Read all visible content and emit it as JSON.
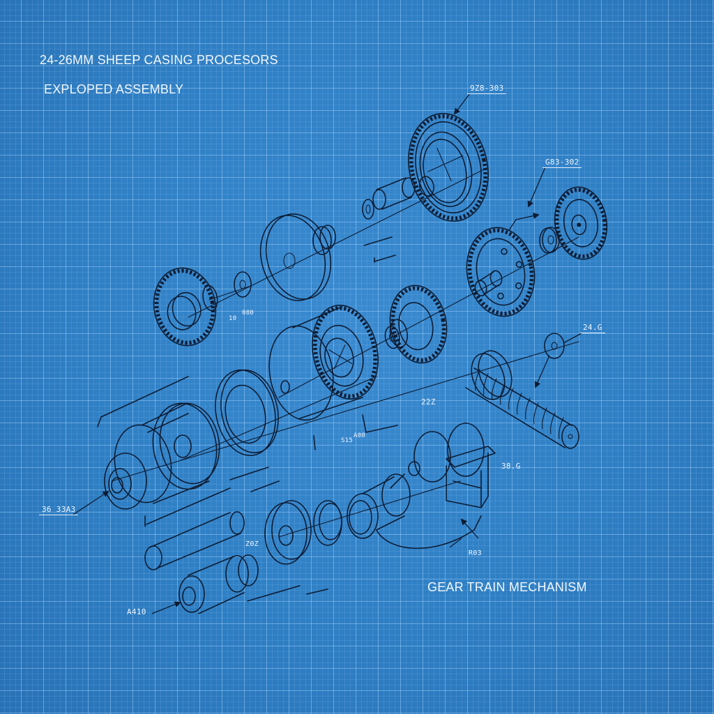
{
  "drawing": {
    "title": "24-26MM SHEEP CASING PROCESORS",
    "subtitle": "EXPLOPED ASSEMBLY",
    "footer_label": "GEAR TRAIN MECHANISM",
    "colors": {
      "background": "#2f7fc4",
      "grid_major": "#aad7ff",
      "ink": "#0d1c33",
      "text": "#f2f7fc"
    }
  },
  "dimension_labels": [
    {
      "id": "top-gear",
      "text": "9Z8-303"
    },
    {
      "id": "right-gear",
      "text": "G83-302"
    },
    {
      "id": "washer",
      "text": "24.G"
    },
    {
      "id": "left-gear-a",
      "text": "10"
    },
    {
      "id": "left-gear-b",
      "text": "080"
    },
    {
      "id": "worm-shaft",
      "text": "22Z"
    },
    {
      "id": "drum-a",
      "text": "S15"
    },
    {
      "id": "drum-b",
      "text": "A00"
    },
    {
      "id": "bracket",
      "text": "38.G"
    },
    {
      "id": "clamp",
      "text": "R03"
    },
    {
      "id": "housing",
      "text": "36 33A3"
    },
    {
      "id": "roller-a",
      "text": "Z0Z"
    },
    {
      "id": "roller-b",
      "text": "A410"
    }
  ]
}
